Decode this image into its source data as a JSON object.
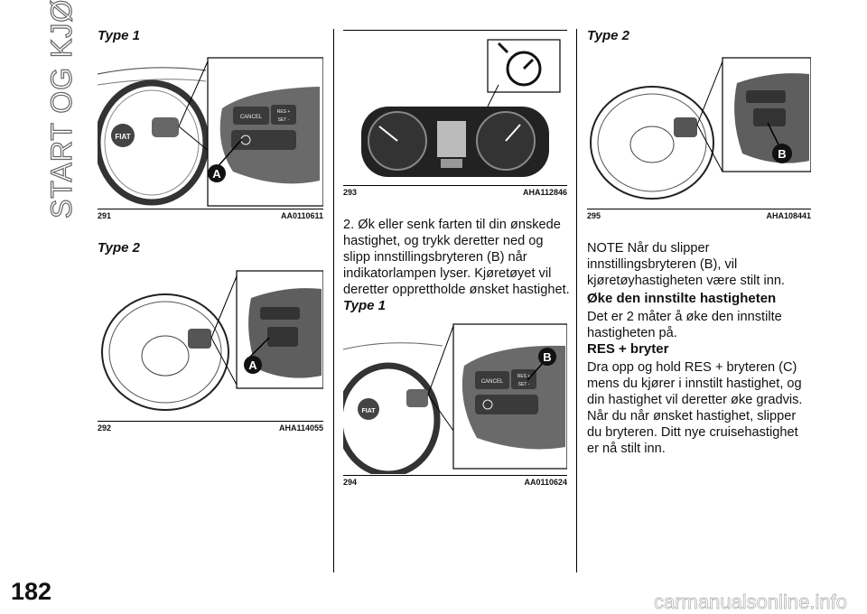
{
  "section_title": "START OG KJØRING",
  "page_number": "182",
  "watermark": "carmanualsonline.info",
  "col1": {
    "heading_1": "Type 1",
    "fig291": {
      "num": "291",
      "code": "AA0110611",
      "button_cancel": "CANCEL",
      "button_res": "RES +",
      "button_set": "SET -",
      "callout": "A"
    },
    "heading_2": "Type 2",
    "fig292": {
      "num": "292",
      "code": "AHA114055",
      "callout": "A"
    }
  },
  "col2": {
    "fig293": {
      "num": "293",
      "code": "AHA112846"
    },
    "step2": "2. Øk eller senk farten til din ønskede hastighet, og trykk deretter ned og slipp innstillingsbryteren (B) når indikatorlampen lyser. Kjøretøyet vil deretter opprettholde ønsket hastighet.",
    "heading": "Type 1",
    "fig294": {
      "num": "294",
      "code": "AA0110624",
      "button_cancel": "CANCEL",
      "button_res": "RES +",
      "button_set": "SET -",
      "callout": "B"
    }
  },
  "col3": {
    "heading": "Type 2",
    "fig295": {
      "num": "295",
      "code": "AHA108441",
      "callout": "B"
    },
    "note": "NOTE  Når du slipper innstillingsbryteren (B), vil kjøretøyhastigheten være stilt inn.",
    "subhead_increase": "Øke den innstilte hastigheten",
    "increase_text": "Det er 2 måter å øke den innstilte hastigheten på.",
    "subhead_res": "RES + bryter",
    "res_text": "Dra opp og hold RES + bryteren (C) mens du kjører i innstilt hastighet, og din hastighet vil deretter øke gradvis. Når du når ønsket hastighet, slipper du bryteren. Ditt nye cruisehastighet er nå stilt inn."
  }
}
